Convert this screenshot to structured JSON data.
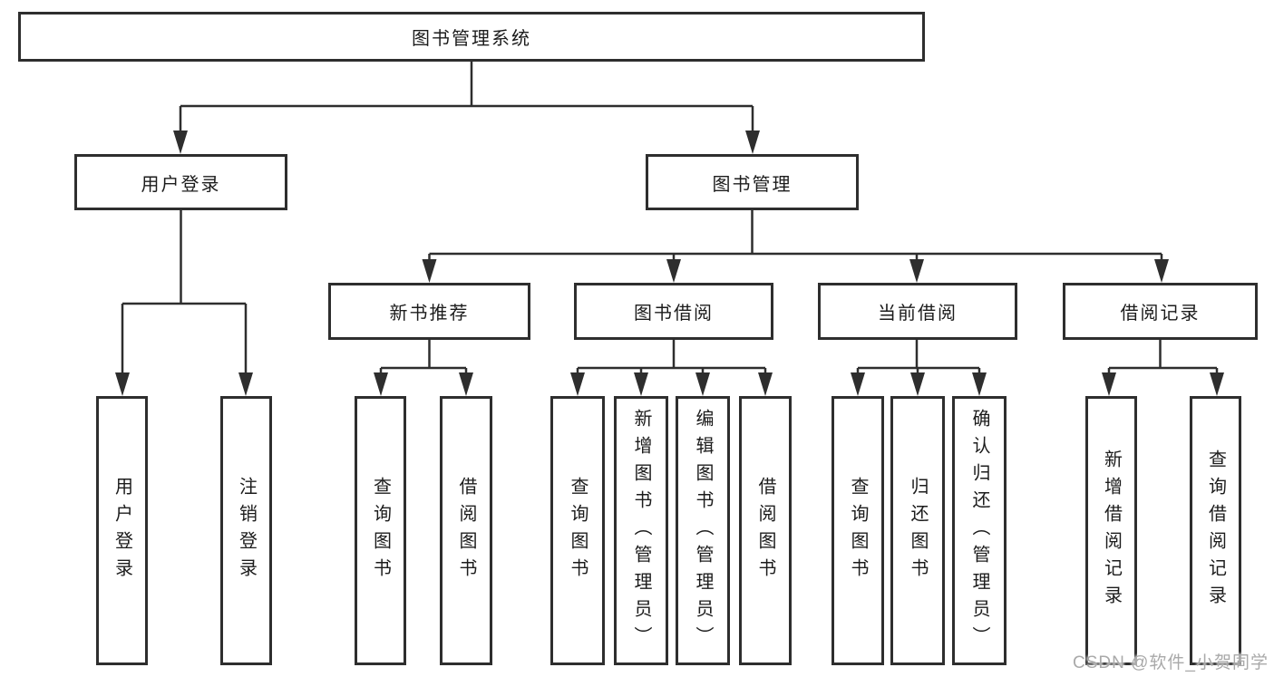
{
  "diagram_type": "hierarchy",
  "tree": {
    "root": {
      "label": "图书管理系统"
    },
    "branches": [
      {
        "label": "用户登录",
        "children": [
          {
            "label": "用户登录"
          },
          {
            "label": "注销登录"
          }
        ]
      },
      {
        "label": "图书管理",
        "groups": [
          {
            "label": "新书推荐",
            "children": [
              {
                "label": "查询图书"
              },
              {
                "label": "借阅图书"
              }
            ]
          },
          {
            "label": "图书借阅",
            "children": [
              {
                "label": "查询图书"
              },
              {
                "label": "新增图书（管理员）"
              },
              {
                "label": "编辑图书（管理员）"
              },
              {
                "label": "借阅图书"
              }
            ]
          },
          {
            "label": "当前借阅",
            "children": [
              {
                "label": "查询图书"
              },
              {
                "label": "归还图书"
              },
              {
                "label": "确认归还（管理员）"
              }
            ]
          },
          {
            "label": "借阅记录",
            "children": [
              {
                "label": "新增借阅记录"
              },
              {
                "label": "查询借阅记录"
              }
            ]
          }
        ]
      }
    ]
  },
  "watermark": "CSDN @软件_小贺同学",
  "colors": {
    "line": "#2e2e2e",
    "box_border": "#2e2e2e",
    "box_background": "#ffffff",
    "text": "#1c1c1c",
    "watermark": "#a9a9a9",
    "page_background": "#ffffff"
  }
}
